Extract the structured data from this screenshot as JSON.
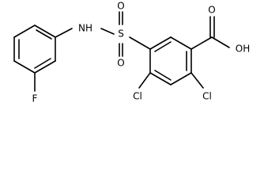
{
  "molecule": {
    "atom_labels": {
      "nh": "NH",
      "s": "S",
      "o_top": "O",
      "o_bottom": "O",
      "o_carbonyl": "O",
      "oh": "OH",
      "f": "F",
      "cl_left": "Cl",
      "cl_right": "Cl"
    }
  }
}
